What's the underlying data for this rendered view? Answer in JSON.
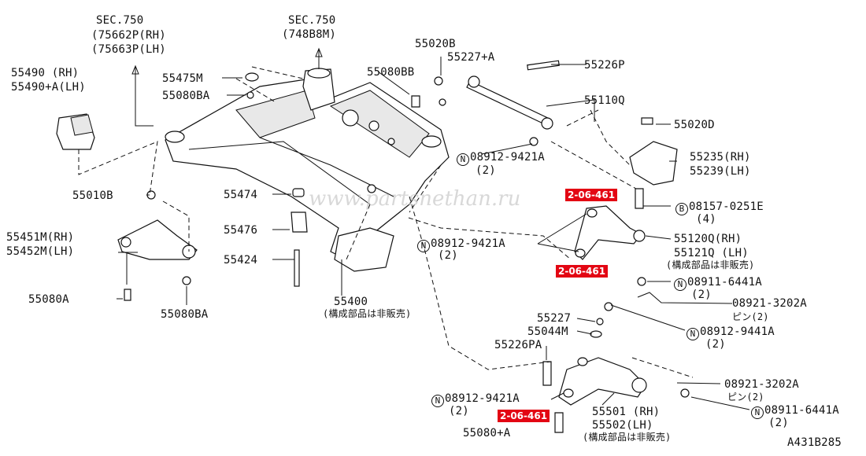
{
  "watermark": "www.partsnethan.ru",
  "labels": {
    "sec750_a": "SEC.750",
    "sec750_a_rh": "(75662P(RH)",
    "sec750_a_lh": "(75663P(LH)",
    "sec750_b": "SEC.750",
    "sec750_b_num": "(748B8M)",
    "p55490_rh": "55490 (RH)",
    "p55490_lh": "55490+A(LH)",
    "p55475m": "55475M",
    "p55080ba_top": "55080BA",
    "p55010b": "55010B",
    "p55474": "55474",
    "p55476": "55476",
    "p55424": "55424",
    "p55451m": "55451M(RH)",
    "p55452m": "55452M(LH)",
    "p55080a": "55080A",
    "p55080ba_bot": "55080BA",
    "p55400": "55400",
    "p55400_note": "(構成部品は非販売)",
    "p55020b": "55020B",
    "p55080bb": "55080BB",
    "p55227a": "55227+A",
    "p55226p": "55226P",
    "p55110q": "55110Q",
    "p55020d": "55020D",
    "p08912_top": "08912-9421A",
    "p08912_top_qty": "(2)",
    "p55235": "55235(RH)",
    "p55239": "55239(LH)",
    "p08157": "08157-0251E",
    "p08157_qty": "(4)",
    "p08912_mid": "08912-9421A",
    "p08912_mid_qty": "(2)",
    "p55120q": "55120Q(RH)",
    "p55121q": "55121Q (LH)",
    "p55121q_note": "(構成部品は非販売)",
    "p08911_top": "08911-6441A",
    "p08911_top_qty": "(2)",
    "p08921_top": "08921-3202A",
    "p08921_top_qty": "ピン(2)",
    "p55227": "55227",
    "p55044m": "55044M",
    "p55226pa": "55226PA",
    "p08912_right": "08912-9441A",
    "p08912_right_qty": "(2)",
    "p08921_bot": "08921-3202A",
    "p08921_bot_qty": "ピン(2)",
    "p08912_bot": "08912-9421A",
    "p08912_bot_qty": "(2)",
    "p55501": "55501 (RH)",
    "p55502": "55502(LH)",
    "p55502_note": "(構成部品は非販売)",
    "p08911_bot": "08911-6441A",
    "p08911_bot_qty": "(2)",
    "p55080a_bot": "55080+A",
    "diagram_id": "A431B285"
  },
  "symbols": {
    "n": "N",
    "b": "B"
  },
  "tags": {
    "tag1": "2-06-461",
    "tag2": "2-06-461",
    "tag3": "2-06-461"
  },
  "colors": {
    "tag": "#e30613",
    "line": "#111111"
  }
}
